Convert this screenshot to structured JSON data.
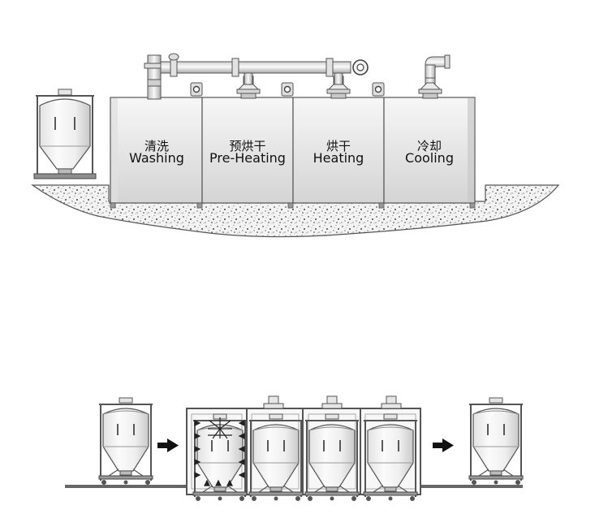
{
  "stations": [
    {
      "cn": "清洗",
      "en": "Washing"
    },
    {
      "cn": "预烘干",
      "en": "Pre-Heating"
    },
    {
      "cn": "烘干",
      "en": "Heating"
    },
    {
      "cn": "冷却",
      "en": "Cooling"
    }
  ],
  "colors": {
    "outline": "#4a4a4a",
    "metal_light": "#f4f4f4",
    "metal_dark": "#bdbdbd",
    "ground_fill": "#ececec",
    "arrow": "#111111",
    "spray": "#222222"
  },
  "icons": {
    "arrow": "right-arrow-icon",
    "tote": "ibc-tote-tank-icon",
    "spray": "spray-nozzle-icon"
  }
}
